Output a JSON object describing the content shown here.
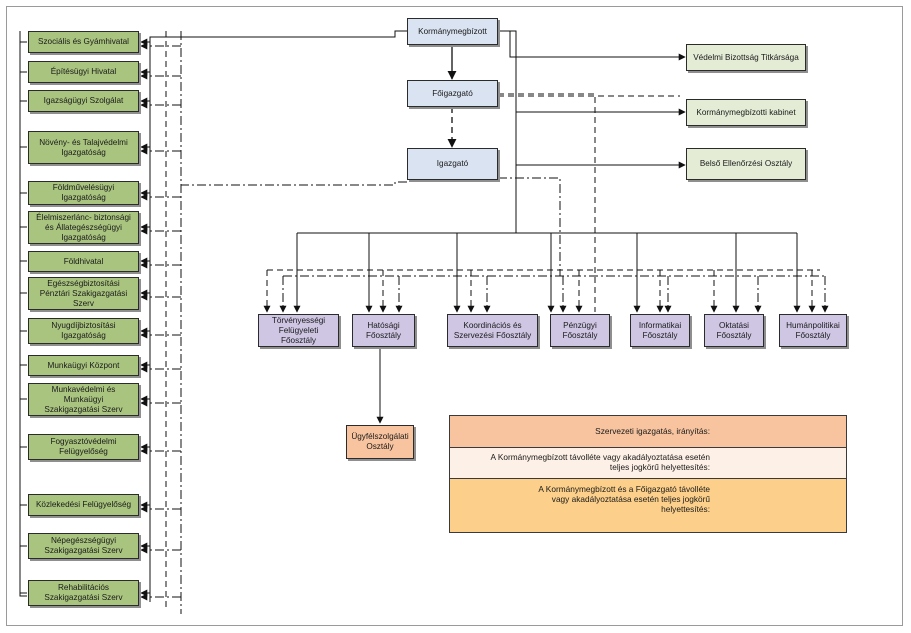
{
  "top": {
    "kormanybiztos": "Kormánymegbízott",
    "foigazgato": "Főigazgató",
    "igazgato": "Igazgató"
  },
  "right_units": {
    "vbt": "Védelmi Bizottság Titkársága",
    "kabinet": "Kormánymegbízotti kabinet",
    "belso": "Belső Ellenőrzési Osztály"
  },
  "left_offices": [
    "Szociális és Gyámhivatal",
    "Építésügyi Hivatal",
    "Igazságügyi Szolgálat",
    "Növény- és Talajvédelmi\nIgazgatóság",
    "Földművelésügyi\nIgazgatóság",
    "Élelmiszerlánc- biztonsági\nés Állategészségügyi\nIgazgatóság",
    "Földhivatal",
    "Egészségbiztosítási\nPénztári Szakigazgatási\nSzerv",
    "Nyugdíjbiztosítási\nIgazgatóság",
    "Munkaügyi Központ",
    "Munkavédelmi és\nMunkaügyi\nSzakigazgatási Szerv",
    "Fogyasztóvédelmi\nFelügyelőség",
    "Közlekedési Felügyelőség",
    "Népegészségügyi\nSzakigazgatási Szerv",
    "Rehabilitációs\nSzakigazgatási Szerv"
  ],
  "departments": [
    "Törvényességi\nFelügyeleti\nFőosztály",
    "Hatósági\nFőosztály",
    "Koordinációs és\nSzervezési Főosztály",
    "Pénzügyi\nFőosztály",
    "Informatikai\nFőosztály",
    "Oktatási\nFőosztály",
    "Humánpolitikai\nFőosztály"
  ],
  "sub_unit": "Ügyfélszolgálati\nOsztály",
  "legend": {
    "row1": "Szervezeti igazgatás, irányítás:",
    "row2": "A Kormánymegbízott távolléte vagy akadályoztatása esetén\nteljes jogkörű helyettesítés:",
    "row3": "A Kormánymegbízott és a Főigazgató távolléte\nvagy akadályoztatása esetén teljes jogkörű\nhelyettesítés:",
    "colors": [
      "#f8c49f",
      "#fdf0e6",
      "#fcd08a"
    ]
  }
}
